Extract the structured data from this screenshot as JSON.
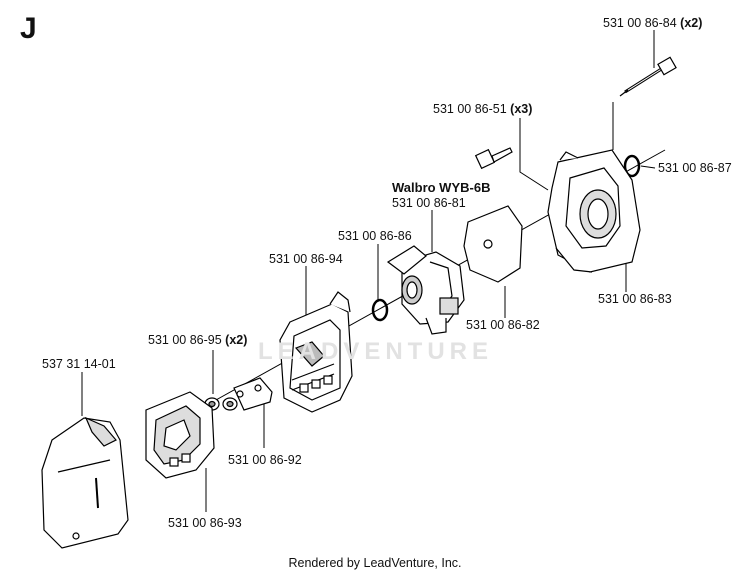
{
  "section_letter": "J",
  "watermark": "LEADVENTURE",
  "footer": "Rendered by LeadVenture, Inc.",
  "carburetor_model": "Walbro WYB-6B",
  "callouts": {
    "c8684": {
      "part": "531 00 86-84",
      "qty": "(x2)"
    },
    "c8651": {
      "part": "531 00 86-51",
      "qty": "(x3)"
    },
    "c8687": {
      "part": "531 00 86-87"
    },
    "c8681": {
      "part": "531 00 86-81"
    },
    "c8686": {
      "part": "531 00 86-86"
    },
    "c8694": {
      "part": "531 00 86-94"
    },
    "c8682": {
      "part": "531 00 86-82"
    },
    "c8683": {
      "part": "531 00 86-83"
    },
    "c8695": {
      "part": "531 00 86-95",
      "qty": "(x2)"
    },
    "c3114": {
      "part": "537 31 14-01"
    },
    "c8692": {
      "part": "531 00 86-92"
    },
    "c8693": {
      "part": "531 00 86-93"
    }
  }
}
